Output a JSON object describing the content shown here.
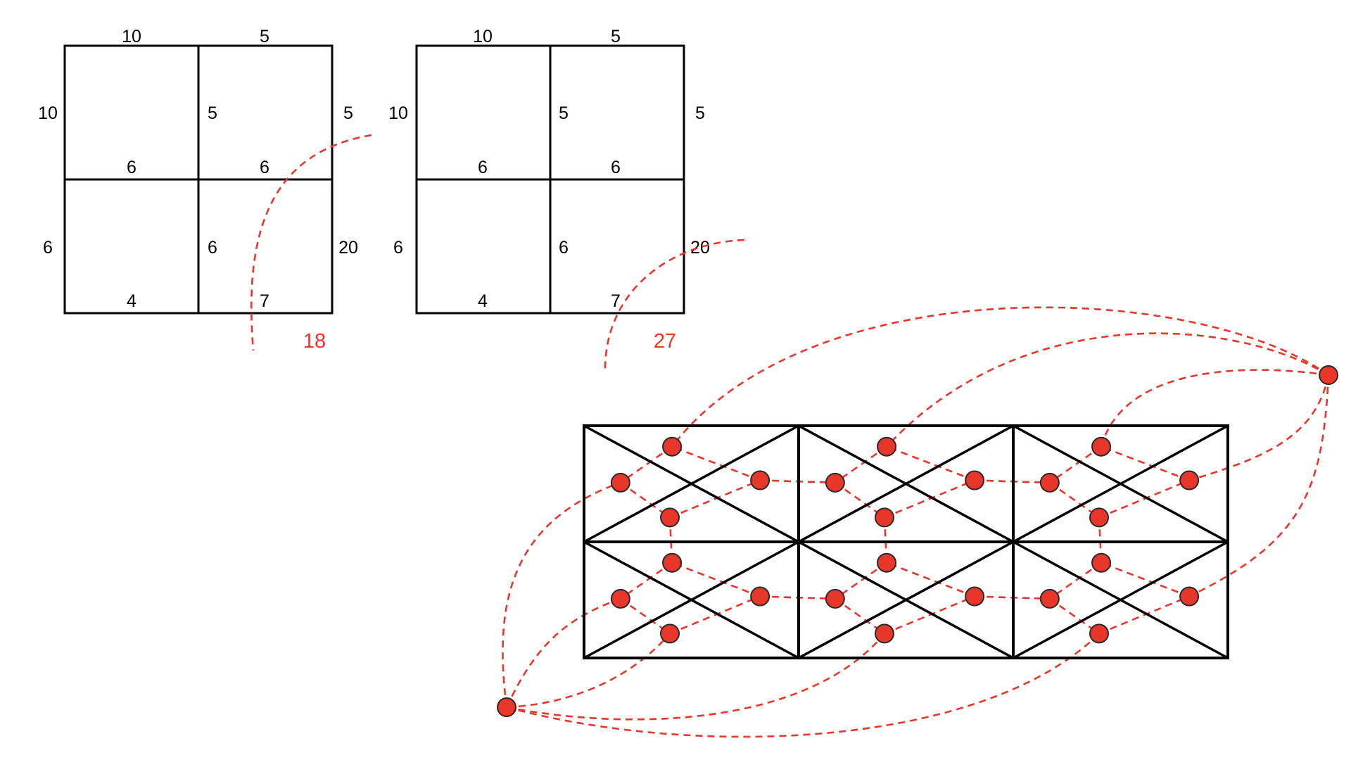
{
  "colors": {
    "line": "#000000",
    "cut": "#e8372a",
    "node_fill": "#e8372a",
    "node_stroke": "#2a2a2a"
  },
  "grids": [
    {
      "id": "grid-a",
      "top": [
        "10",
        "5"
      ],
      "left": [
        "10",
        "6"
      ],
      "inner_vertical": [
        "5",
        "6"
      ],
      "middle": [
        "6",
        "6"
      ],
      "right": [
        "5",
        "20"
      ],
      "bottom": [
        "4",
        "7"
      ],
      "cut_value": "18"
    },
    {
      "id": "grid-b",
      "top": [
        "10",
        "5"
      ],
      "left": [
        "10",
        "6"
      ],
      "inner_vertical": [
        "5",
        "6"
      ],
      "middle": [
        "6",
        "6"
      ],
      "right": [
        "5",
        "20"
      ],
      "bottom": [
        "4",
        "7"
      ],
      "cut_value": "27"
    }
  ],
  "triangulated_graph": {
    "rows": 2,
    "cols": 3,
    "dual_nodes_per_cell": 4,
    "terminals": [
      "source",
      "sink"
    ]
  },
  "icons": {
    "node": "red-circle-node",
    "cut": "dashed-cut-curve"
  }
}
